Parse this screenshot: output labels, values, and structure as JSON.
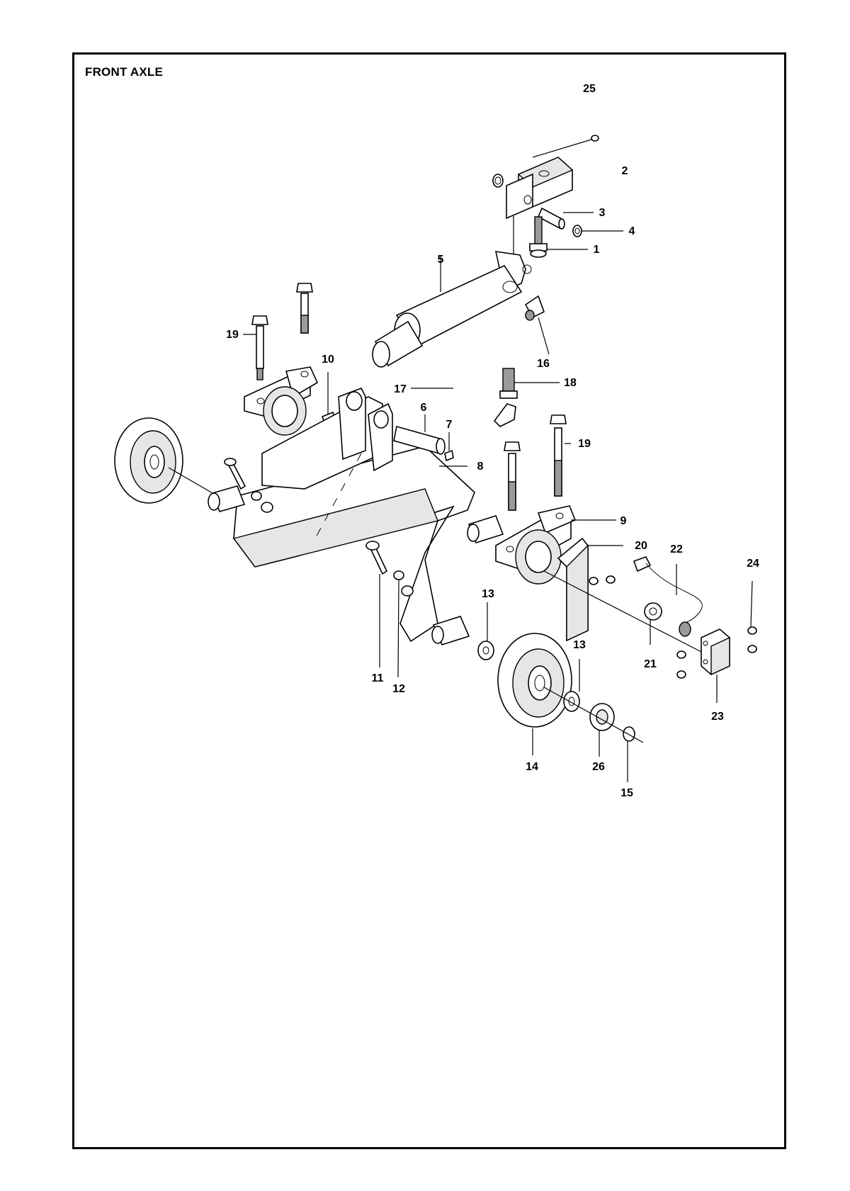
{
  "title": "FRONT AXLE",
  "callouts": [
    "25",
    "2",
    "3",
    "4",
    "1",
    "5",
    "19",
    "10",
    "16",
    "18",
    "17",
    "6",
    "7",
    "8",
    "19",
    "9",
    "20",
    "22",
    "24",
    "13",
    "13",
    "11",
    "12",
    "21",
    "23",
    "14",
    "26",
    "15"
  ]
}
